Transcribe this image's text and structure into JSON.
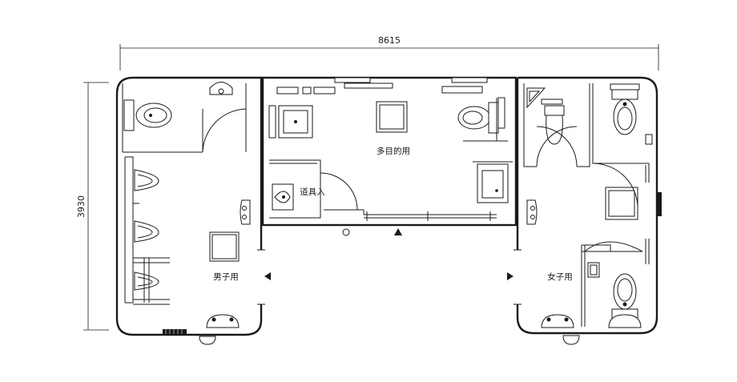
{
  "dimensions": {
    "width_label": "8615",
    "height_label": "3930"
  },
  "rooms": {
    "mens": "男子用",
    "multipurpose": "多目的用",
    "storage": "道具入",
    "womens": "女子用"
  }
}
